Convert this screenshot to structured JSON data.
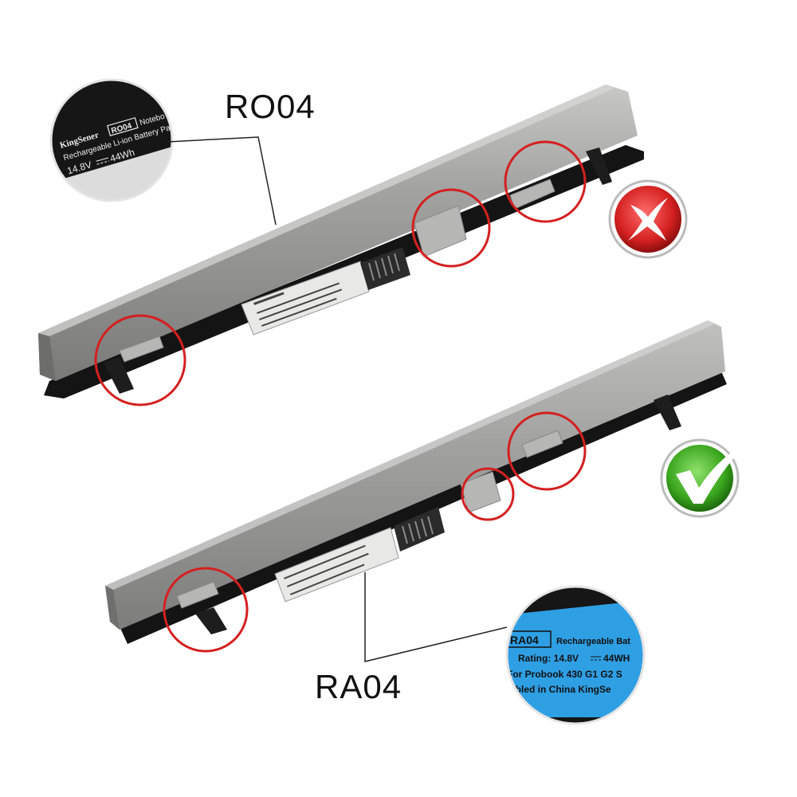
{
  "top": {
    "model": "RO04",
    "brand": "KingSener",
    "badge": "RO04",
    "note": "Notebo",
    "line1": "Rechargeable Li-ion Battery Pa",
    "line2": "14.8V",
    "line2b": "44Wh",
    "status": "incompatible"
  },
  "bottom": {
    "model": "RA04",
    "badge": "RA04",
    "head": "Rechargeable Bat",
    "rating": "Rating: 14.8V",
    "rating2": "44WH",
    "probook": "For Probook 430 G1 G2 S",
    "assembled": "mbled in China KingSe",
    "status": "compatible"
  },
  "colors": {
    "accent_red": "#d42020",
    "accent_green": "#3aa51e",
    "label_blue": "#2f9fe4",
    "battery_silver": "#9a9a99",
    "battery_black": "#141414"
  }
}
